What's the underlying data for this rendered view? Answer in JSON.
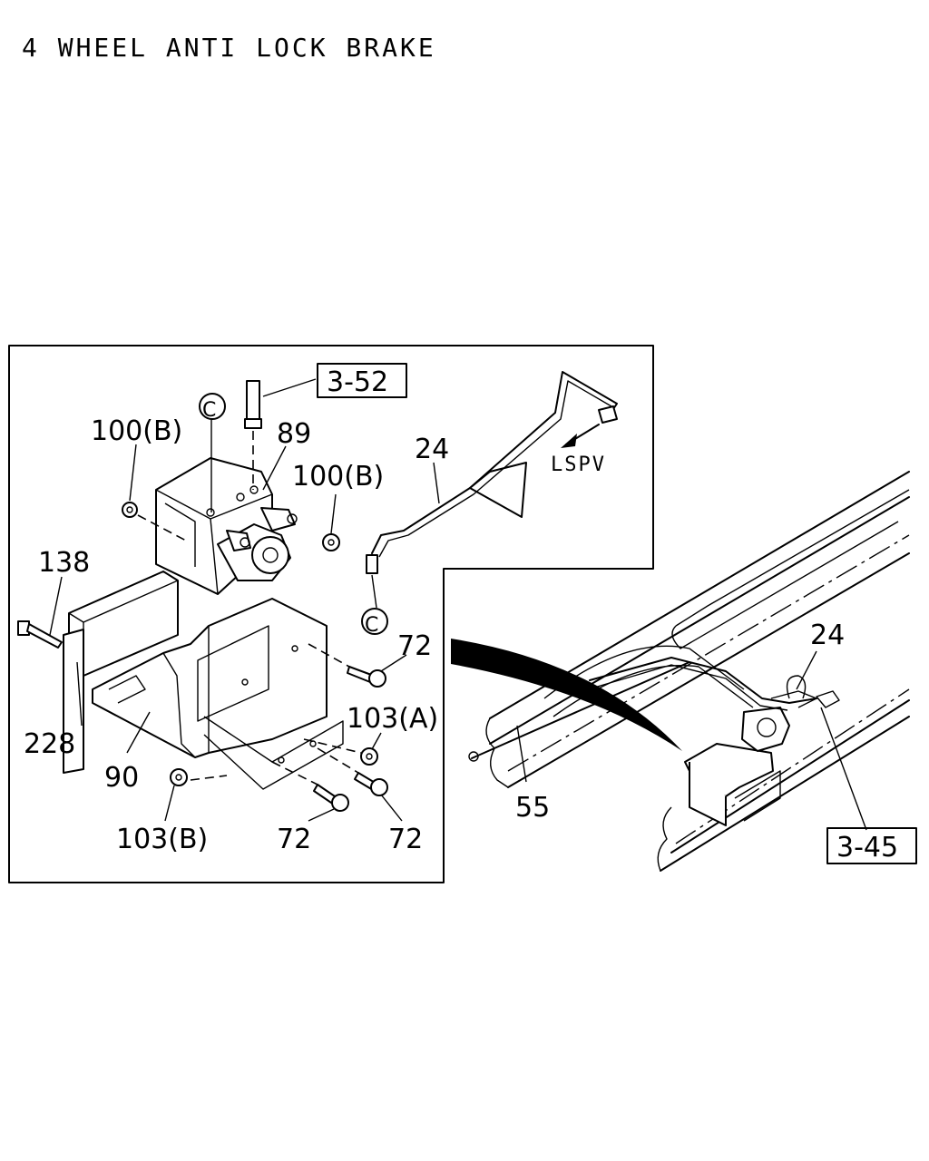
{
  "title": "4 WHEEL ANTI LOCK BRAKE",
  "callouts": {
    "ref_3_52": "3-52",
    "ref_3_45": "3-45",
    "c_top": "C",
    "c_bottom": "C",
    "p100b_left": "100(B)",
    "p89": "89",
    "p100b_right": "100(B)",
    "p24_inset": "24",
    "lspv": "LSPV",
    "p138": "138",
    "p72_top": "72",
    "p103a": "103(A)",
    "p228": "228",
    "p90": "90",
    "p103b": "103(B)",
    "p72_mid": "72",
    "p72_right": "72",
    "p24_frame": "24",
    "p55": "55"
  }
}
